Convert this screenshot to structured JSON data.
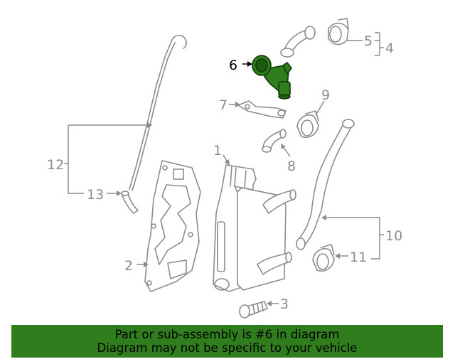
{
  "callouts": {
    "c1": "1",
    "c2": "2",
    "c3": "3",
    "c4": "4",
    "c5": "5",
    "c6": "6",
    "c7": "7",
    "c8": "8",
    "c9": "9",
    "c10": "10",
    "c11": "11",
    "c12": "12",
    "c13": "13"
  },
  "highlighted_part": "6",
  "banner": {
    "line1": "Part or sub-assembly is #6 in diagram",
    "line2": "Diagram may not be specific to your vehicle"
  },
  "colors": {
    "highlight": "#2f7d1c",
    "line_art": "#8c8c8c",
    "background": "#ffffff"
  }
}
